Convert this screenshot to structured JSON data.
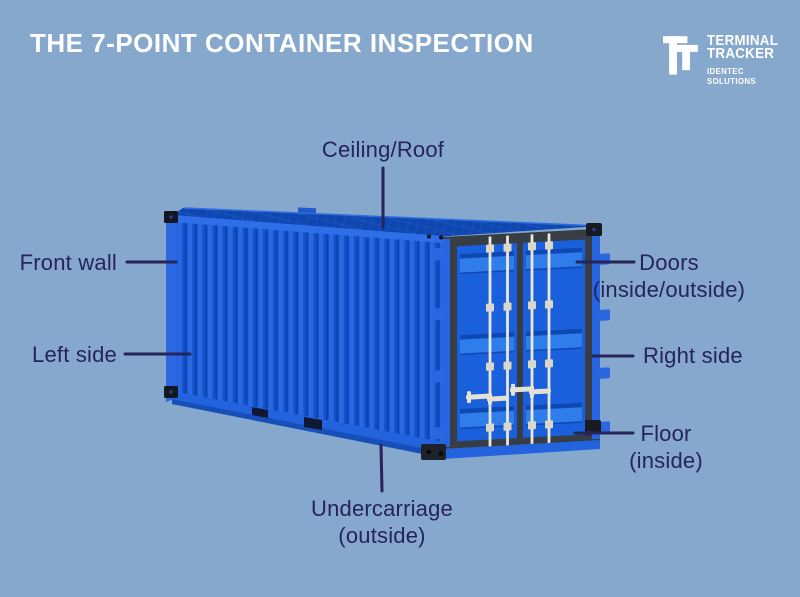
{
  "title": "THE 7-POINT CONTAINER INSPECTION",
  "brand": {
    "name_line1": "TERMINAL",
    "name_line2": "TRACKER",
    "subtitle": "IDENTEC SOLUTIONS"
  },
  "diagram": {
    "illustration": "Blue shipping container in 3D view, doors at right end",
    "inspection_points": [
      {
        "id": "ceiling-roof",
        "lines": [
          "Ceiling/Roof"
        ]
      },
      {
        "id": "front-wall",
        "lines": [
          "Front wall"
        ]
      },
      {
        "id": "left-side",
        "lines": [
          "Left side"
        ]
      },
      {
        "id": "doors",
        "lines": [
          "Doors",
          "(inside/outside)"
        ]
      },
      {
        "id": "right-side",
        "lines": [
          "Right side"
        ]
      },
      {
        "id": "floor",
        "lines": [
          "Floor",
          "(inside)"
        ]
      },
      {
        "id": "undercarriage",
        "lines": [
          "Undercarriage",
          "(outside)"
        ]
      }
    ],
    "colors": {
      "background": "#85A8CC",
      "text_navy": "#262458",
      "container_blue": "#1A5AD2",
      "container_roof_blue": "#0E47B0",
      "door_frame_gray": "#383D45",
      "lock_rod_cream": "#EAE7DB",
      "title_white": "#FFFFFF"
    }
  }
}
